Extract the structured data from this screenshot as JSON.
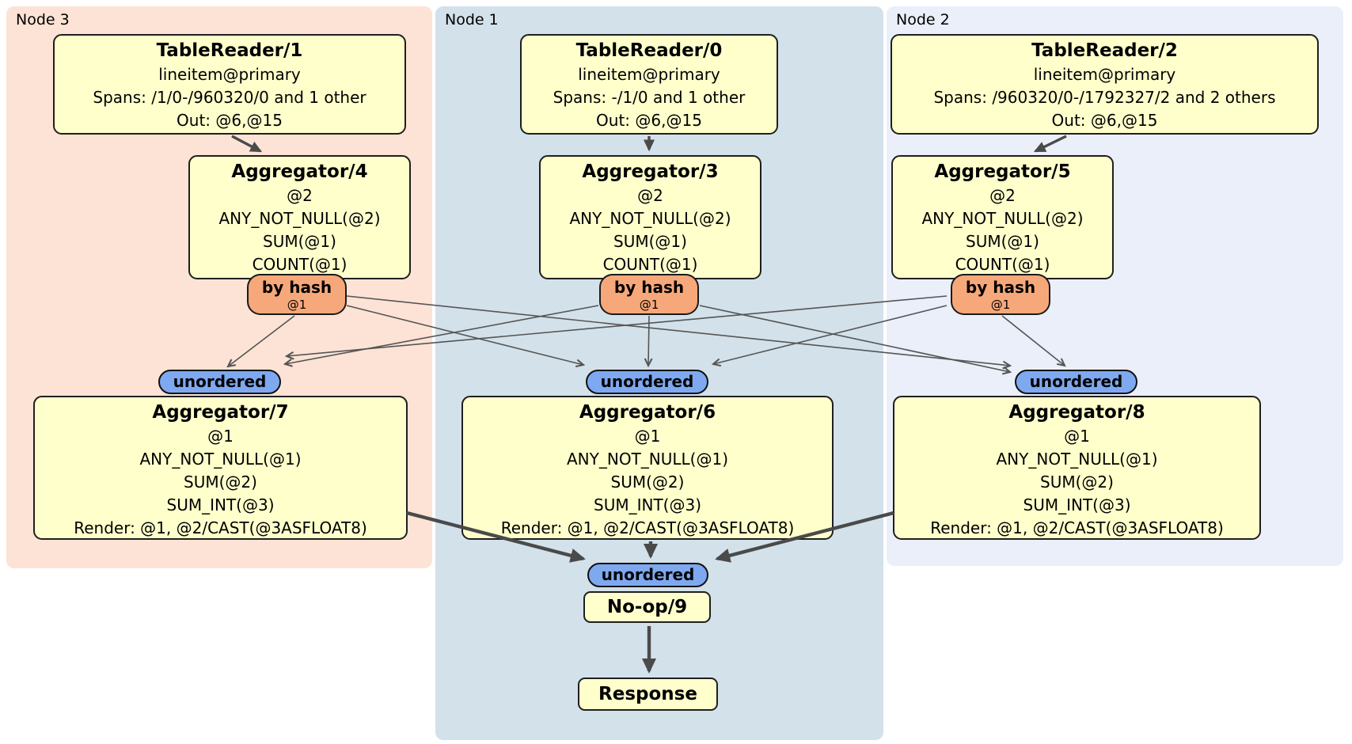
{
  "regions": {
    "node3": {
      "label": "Node 3"
    },
    "node1": {
      "label": "Node 1"
    },
    "node2": {
      "label": "Node 2"
    }
  },
  "routers": {
    "by_hash_label": "by hash",
    "by_hash_key": "@1",
    "unordered_label": "unordered"
  },
  "processors": {
    "tr1": {
      "title": "TableReader/1",
      "lines": [
        "lineitem@primary",
        "Spans: /1/0-/960320/0 and 1 other",
        "Out: @6,@15"
      ]
    },
    "tr0": {
      "title": "TableReader/0",
      "lines": [
        "lineitem@primary",
        "Spans: -/1/0 and 1 other",
        "Out: @6,@15"
      ]
    },
    "tr2": {
      "title": "TableReader/2",
      "lines": [
        "lineitem@primary",
        "Spans: /960320/0-/1792327/2 and 2 others",
        "Out: @6,@15"
      ]
    },
    "agg4": {
      "title": "Aggregator/4",
      "lines": [
        "@2",
        "ANY_NOT_NULL(@2)",
        "SUM(@1)",
        "COUNT(@1)"
      ]
    },
    "agg3": {
      "title": "Aggregator/3",
      "lines": [
        "@2",
        "ANY_NOT_NULL(@2)",
        "SUM(@1)",
        "COUNT(@1)"
      ]
    },
    "agg5": {
      "title": "Aggregator/5",
      "lines": [
        "@2",
        "ANY_NOT_NULL(@2)",
        "SUM(@1)",
        "COUNT(@1)"
      ]
    },
    "agg7": {
      "title": "Aggregator/7",
      "lines": [
        "@1",
        "ANY_NOT_NULL(@1)",
        "SUM(@2)",
        "SUM_INT(@3)",
        "Render: @1, @2/CAST(@3ASFLOAT8)"
      ]
    },
    "agg6": {
      "title": "Aggregator/6",
      "lines": [
        "@1",
        "ANY_NOT_NULL(@1)",
        "SUM(@2)",
        "SUM_INT(@3)",
        "Render: @1, @2/CAST(@3ASFLOAT8)"
      ]
    },
    "agg8": {
      "title": "Aggregator/8",
      "lines": [
        "@1",
        "ANY_NOT_NULL(@1)",
        "SUM(@2)",
        "SUM_INT(@3)",
        "Render: @1, @2/CAST(@3ASFLOAT8)"
      ]
    },
    "noop": {
      "title": "No-op/9"
    },
    "response": {
      "title": "Response"
    }
  },
  "colors": {
    "node3_bg": "#fce3d5",
    "node1_bg": "#d3e1ea",
    "node2_bg": "#eaeffa",
    "box_fill": "#ffffcc",
    "box_border": "#1f1f1f",
    "hash_router_fill": "#f7a87a",
    "unordered_fill": "#7ea9f0",
    "edge_thin": "#555555",
    "edge_thick": "#4a4a4a"
  }
}
